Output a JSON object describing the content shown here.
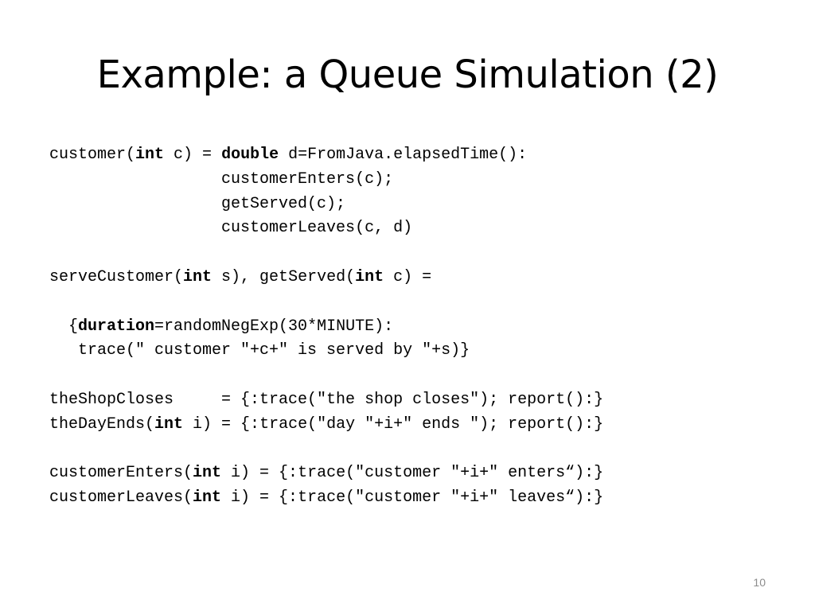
{
  "slide": {
    "title": "Example: a Queue Simulation (2)",
    "page_number": "10"
  },
  "code": [
    [
      {
        "t": "customer("
      },
      {
        "t": "int",
        "b": true
      },
      {
        "t": " c) = "
      },
      {
        "t": "double",
        "b": true
      },
      {
        "t": " d=FromJava.elapsedTime():"
      }
    ],
    [
      {
        "t": "                  customerEnters(c);"
      }
    ],
    [
      {
        "t": "                  getServed(c);"
      }
    ],
    [
      {
        "t": "                  customerLeaves(c, d)"
      }
    ],
    [],
    [
      {
        "t": "serveCustomer("
      },
      {
        "t": "int",
        "b": true
      },
      {
        "t": " s), getServed("
      },
      {
        "t": "int",
        "b": true
      },
      {
        "t": " c) ="
      }
    ],
    [],
    [
      {
        "t": "  {"
      },
      {
        "t": "duration",
        "b": true
      },
      {
        "t": "=randomNegExp(30*MINUTE):"
      }
    ],
    [
      {
        "t": "   trace(\" customer \"+c+\" is served by \"+s)}"
      }
    ],
    [],
    [
      {
        "t": "theShopCloses     = {:trace(\"the shop closes\"); report():}"
      }
    ],
    [
      {
        "t": "theDayEnds("
      },
      {
        "t": "int",
        "b": true
      },
      {
        "t": " i) = {:trace(\"day \"+i+\" ends \"); report():}"
      }
    ],
    [],
    [
      {
        "t": "customerEnters("
      },
      {
        "t": "int",
        "b": true
      },
      {
        "t": " i) = {:trace(\"customer \"+i+\" enters“):}"
      }
    ],
    [
      {
        "t": "customerLeaves("
      },
      {
        "t": "int",
        "b": true
      },
      {
        "t": " i) = {:trace(\"customer \"+i+\" leaves“):}"
      }
    ]
  ]
}
